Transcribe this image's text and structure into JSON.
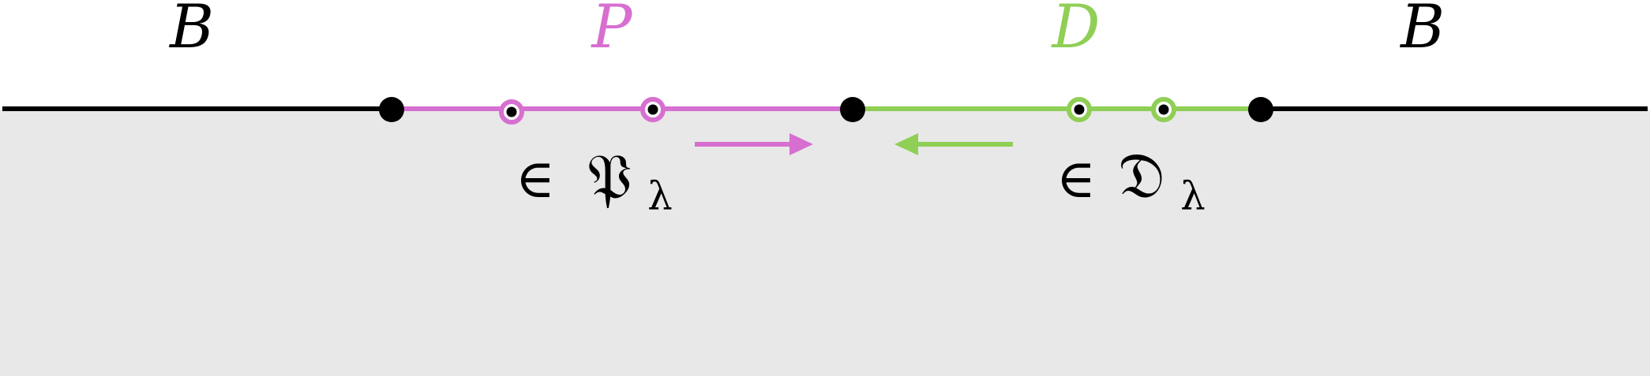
{
  "colors": {
    "boundary": "#000000",
    "primal": "#d76fd0",
    "dual": "#8fcf55",
    "shade": "#e8e8e8",
    "background": "#ffffff"
  },
  "labels": {
    "boundary_left": "B",
    "primal": "P",
    "dual": "D",
    "boundary_right": "B"
  },
  "annotations": {
    "primal_in_symbol": "∈",
    "primal_set": "𝔓",
    "primal_subscript": "λ",
    "dual_in_symbol": "∈",
    "dual_set": "𝔇",
    "dual_subscript": "λ"
  }
}
